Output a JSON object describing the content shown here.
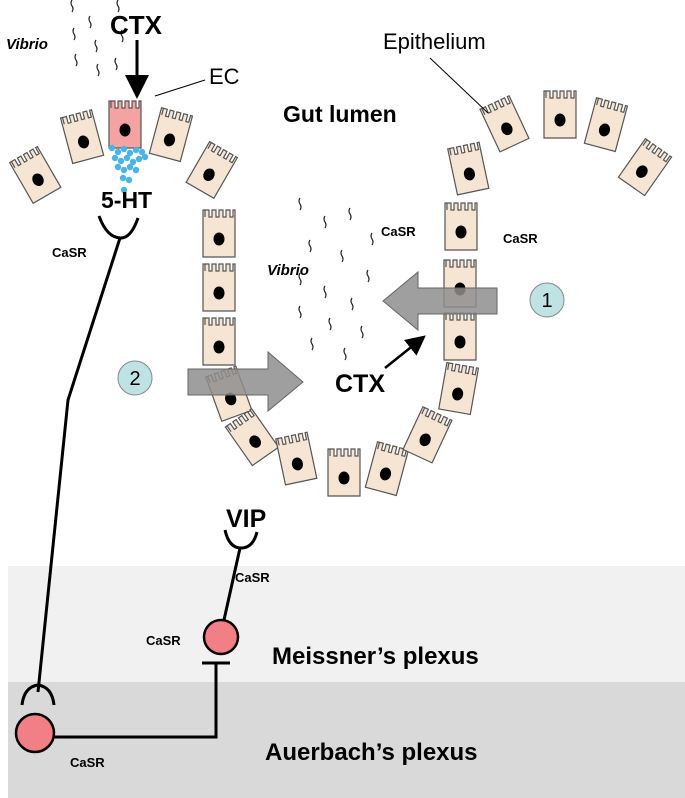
{
  "labels": {
    "vibrio_top": "Vibrio",
    "ctx_top": "CTX",
    "ec": "EC",
    "epithelium": "Epithelium",
    "gut_lumen": "Gut lumen",
    "serotonin": "5-HT",
    "casr_afferent": "CaSR",
    "casr_cell_left": "CaSR",
    "casr_cell_right": "CaSR",
    "vibrio_mid": "Vibrio",
    "step_1": "1",
    "step_2": "2",
    "ctx_mid": "CTX",
    "vip": "VIP",
    "casr_vip": "CaSR",
    "casr_meissner": "CaSR",
    "meissner": "Meissner’s plexus",
    "auerbach": "Auerbach’s plexus",
    "casr_auerbach": "CaSR"
  },
  "colors": {
    "cell_fill": "#f6e5d3",
    "cell_stroke": "#555555",
    "ec_fill": "#f4a3a3",
    "granule": "#4ab3e8",
    "neuron_fill": "#f27f85",
    "badge_fill": "#bfe3e5",
    "arrow_fill": "#8e8e8e",
    "meissner_band": "#f1f1f1",
    "auerbach_band": "#d9d9d9"
  }
}
